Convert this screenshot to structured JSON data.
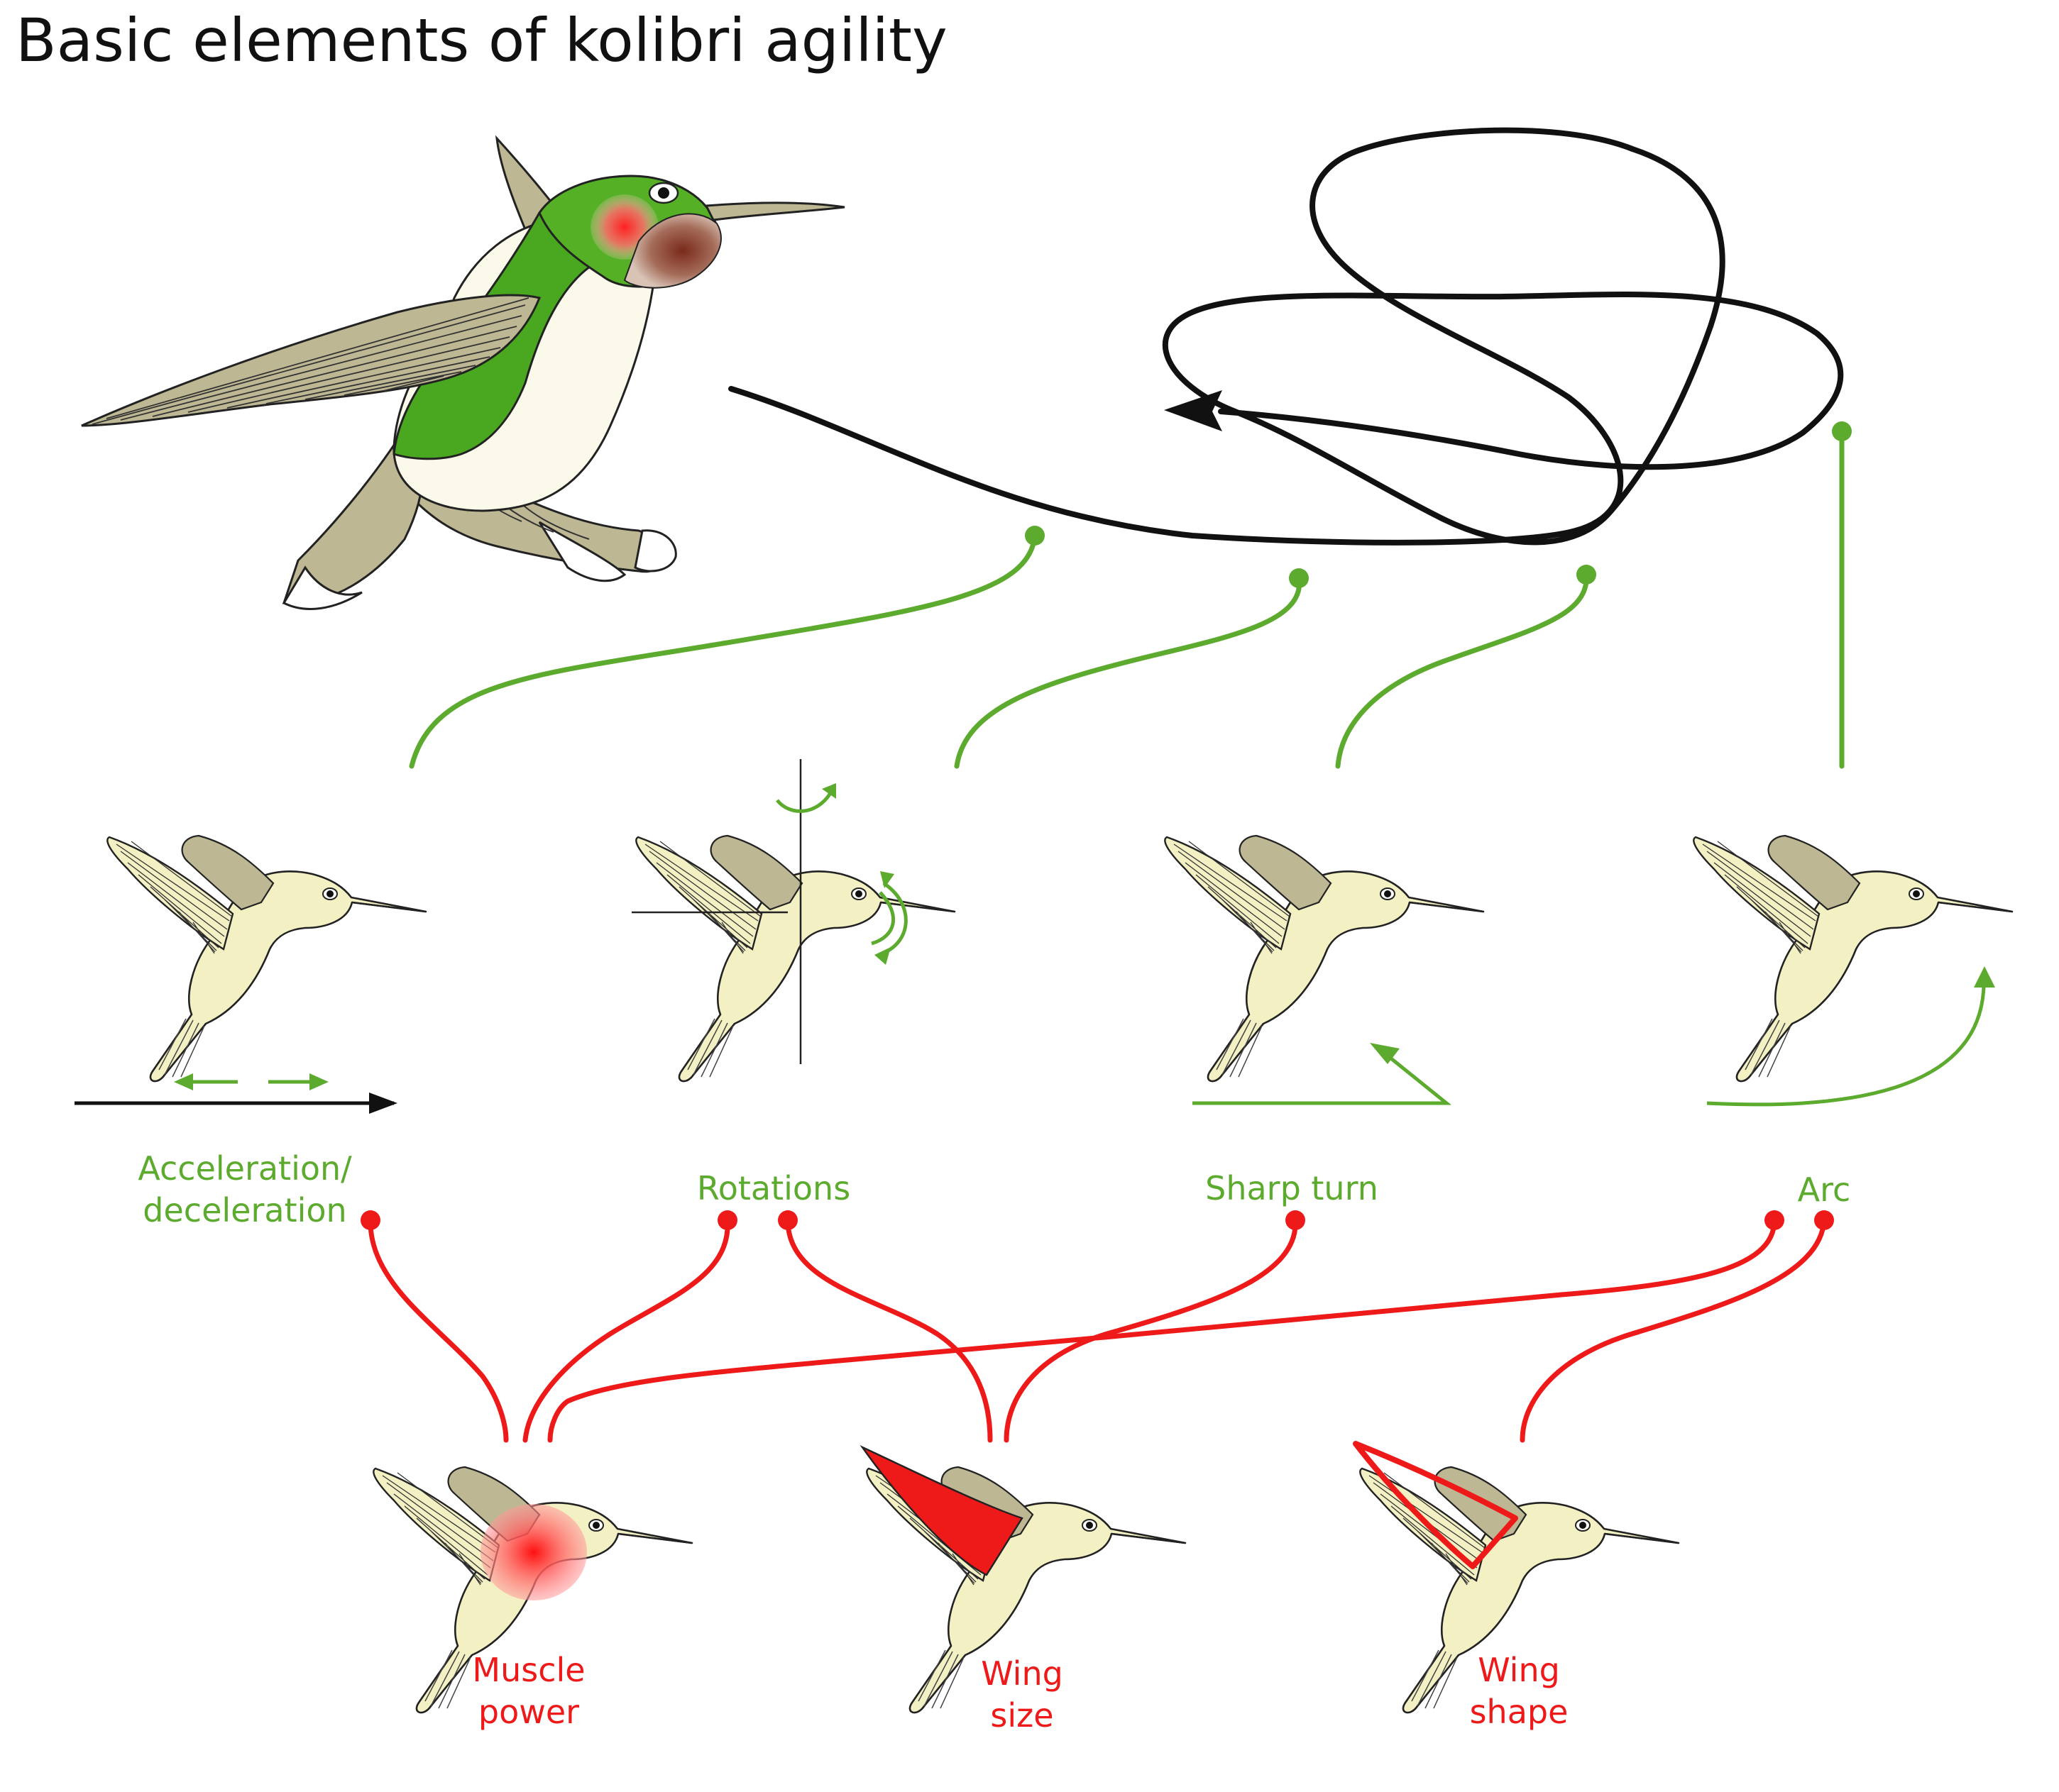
{
  "title": "Basic elements of kolibri agility",
  "maneuvers": [
    {
      "id": "acceleration",
      "line1": "Acceleration/",
      "line2": "deceleration"
    },
    {
      "id": "rotations",
      "line1": "Rotations"
    },
    {
      "id": "sharp_turn",
      "line1": "Sharp turn"
    },
    {
      "id": "arc",
      "line1": "Arc"
    }
  ],
  "factors": [
    {
      "id": "muscle_power",
      "line1": "Muscle",
      "line2": "power"
    },
    {
      "id": "wing_size",
      "line1": "Wing",
      "line2": "size"
    },
    {
      "id": "wing_shape",
      "line1": "Wing",
      "line2": "shape"
    }
  ],
  "colors": {
    "maneuver_green": "#5cab2e",
    "factor_red": "#ee1a1a",
    "trajectory_black": "#111111",
    "bird_cream": "#f3f0c4",
    "wing_khaki": "#bdb794",
    "hummingbird_green": "#4aa820"
  }
}
